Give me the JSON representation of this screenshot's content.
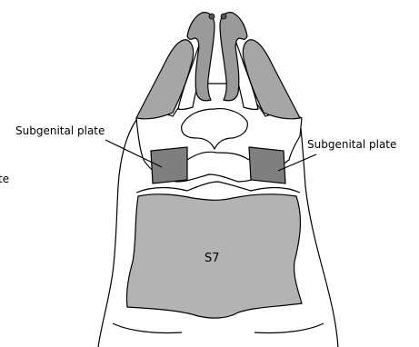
{
  "labels": {
    "left_callout": "Subgenital plate",
    "right_callout": "Subgenital plate",
    "cut_off_left": "te",
    "center_sternite": "S7"
  },
  "colors": {
    "outline": "#000000",
    "background": "#ffffff",
    "light_gray": "#b3b3b3",
    "mid_gray": "#a6a6a6",
    "dark_gray": "#7f7f7f",
    "valve_gray": "#9a9a9a"
  }
}
